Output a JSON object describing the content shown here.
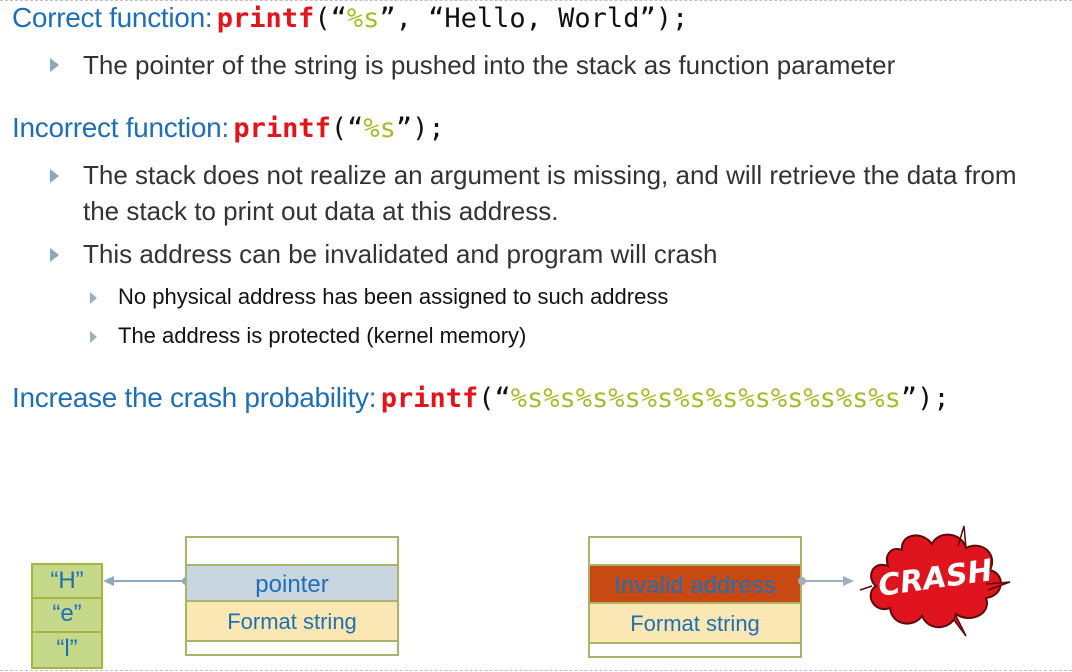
{
  "correct": {
    "heading": "Correct function:",
    "fn": "printf",
    "open": "(“",
    "fmt": "%s",
    "rest": "”, “Hello, World”);",
    "bullet": "The pointer of the string is pushed into the stack as function parameter"
  },
  "incorrect": {
    "heading": "Incorrect function:",
    "fn": "printf",
    "open": "(“",
    "fmt": "%s",
    "rest": "”);",
    "bullet1_line1": "The stack does not realize an argument is missing, and will retrieve the data from",
    "bullet1_line2": "the stack to print out data at this address.",
    "bullet2": "This address can be invalidated and program will crash",
    "sub1": "No physical address has been assigned to such address",
    "sub2": "The address is protected (kernel memory)"
  },
  "increase": {
    "heading": "Increase the crash probability:",
    "fn": "printf",
    "open": "(“",
    "fmt": "%s%s%s%s%s%s%s%s%s%s%s%s",
    "rest": "”);"
  },
  "diagram_left": {
    "chars": [
      "“H”",
      "“e”",
      "“l”"
    ],
    "pointer_label": "pointer",
    "format_label": "Format string"
  },
  "diagram_right": {
    "invalid_label": "Invalid address",
    "format_label": "Format string",
    "crash_text": "CRASH"
  },
  "colors": {
    "heading": "#1f6fb5",
    "keyword": "#e3141b",
    "format_spec": "#a9ba2a",
    "pointer_cell": "#c8d6e2",
    "format_cell": "#fbe7b3",
    "invalid_cell": "#c84a12",
    "char_cell": "#c6d88a",
    "crash_red": "#e0141f"
  },
  "icons": [
    "bullet-arrow-icon",
    "connector-arrow-icon",
    "crash-burst-icon"
  ]
}
